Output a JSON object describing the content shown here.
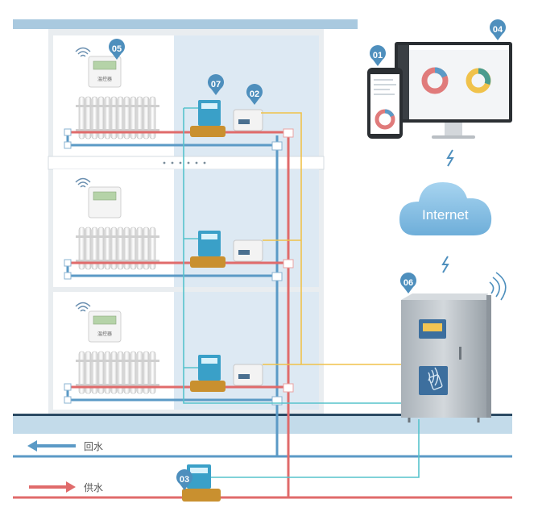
{
  "labels": {
    "return_water": "回水",
    "supply_water": "供水",
    "internet": "Internet",
    "thermostat_label": "温控器"
  },
  "badges": [
    "01",
    "02",
    "03",
    "04",
    "05",
    "06",
    "07"
  ],
  "colors": {
    "supply": "#e06b6b",
    "return": "#5b9ac6",
    "signal_cyan": "#56c3cc",
    "signal_yellow": "#f0c24b",
    "badge": "#4e8fbd",
    "building_top": "#a9c9df",
    "ground": "#c3dbea",
    "cloud": "#8ec6e8",
    "cabinet": "#b9c0c6"
  }
}
